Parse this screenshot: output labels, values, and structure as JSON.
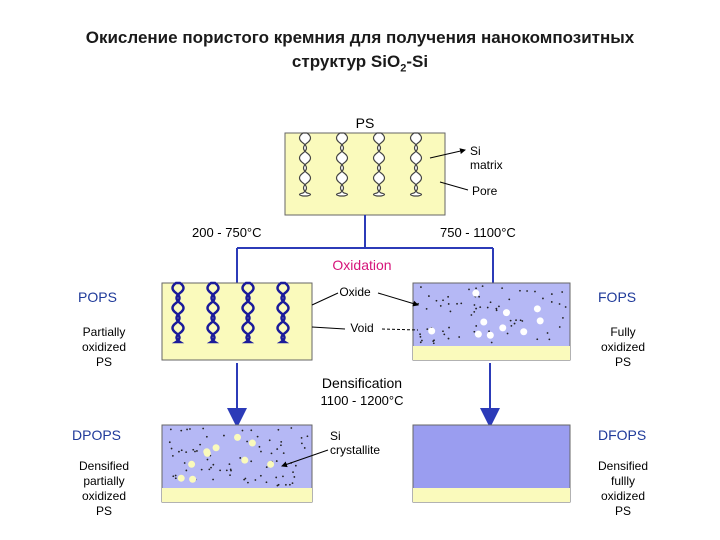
{
  "title": {
    "line1": "Окисление пористого кремния для получения нанокомпозитных",
    "line2_prefix": "структур SiO",
    "line2_sub": "2",
    "line2_suffix": "-Si"
  },
  "top_panel": {
    "label": "PS",
    "callouts": {
      "si_matrix_1": "Si",
      "si_matrix_2": "matrix",
      "pore": "Pore"
    }
  },
  "temps": {
    "left": "200 - 750°C",
    "right": "750 - 1100°C"
  },
  "oxidation": "Oxidation",
  "left_mid": {
    "name": "POPS",
    "desc": [
      "Partially",
      "oxidized",
      "PS"
    ]
  },
  "right_mid": {
    "name": "FOPS",
    "desc": [
      "Fully",
      "oxidized",
      "PS"
    ]
  },
  "callouts_mid": {
    "oxide": "Oxide",
    "void": "Void"
  },
  "densification": {
    "label": "Densification",
    "temp": "1100  - 1200°C"
  },
  "left_bottom": {
    "name": "DPOPS",
    "desc": [
      "Densified",
      "partially",
      "oxidized",
      "PS"
    ]
  },
  "right_bottom": {
    "name": "DFOPS",
    "desc": [
      "Densified",
      "fullly",
      "oxidized",
      "PS"
    ]
  },
  "callout_bottom": {
    "line1": "Si",
    "line2": "crystallite"
  },
  "colors": {
    "si": "#fafabc",
    "oxide": "#b5b8f5",
    "oxide_dark": "#9a9df0",
    "lines": "#2c3bb8",
    "pore_outline": "#1b1b9a",
    "accent": "#d6147a"
  }
}
